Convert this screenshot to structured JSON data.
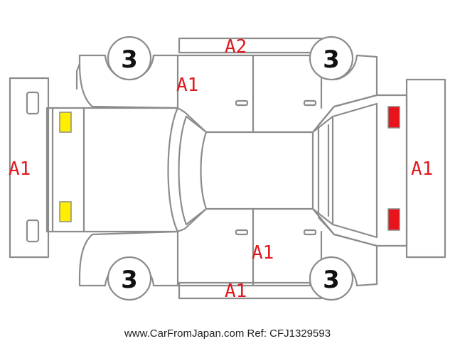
{
  "diagram": {
    "wheel_grades": {
      "front_left": "3",
      "front_right": "3",
      "rear_left": "3",
      "rear_right": "3"
    },
    "damage_marks": {
      "top_door": "A1",
      "top_sill": "A2",
      "left_bumper": "A1",
      "right_bumper": "A1",
      "bottom_door": "A1",
      "bottom_sill": "A1"
    },
    "indicator_colors": {
      "left_lights": "#ffee00",
      "right_lights": "#e8141c",
      "marks": "#e0191e"
    }
  },
  "footer": {
    "text": "www.CarFromJapan.com Ref: CFJ1329593"
  }
}
